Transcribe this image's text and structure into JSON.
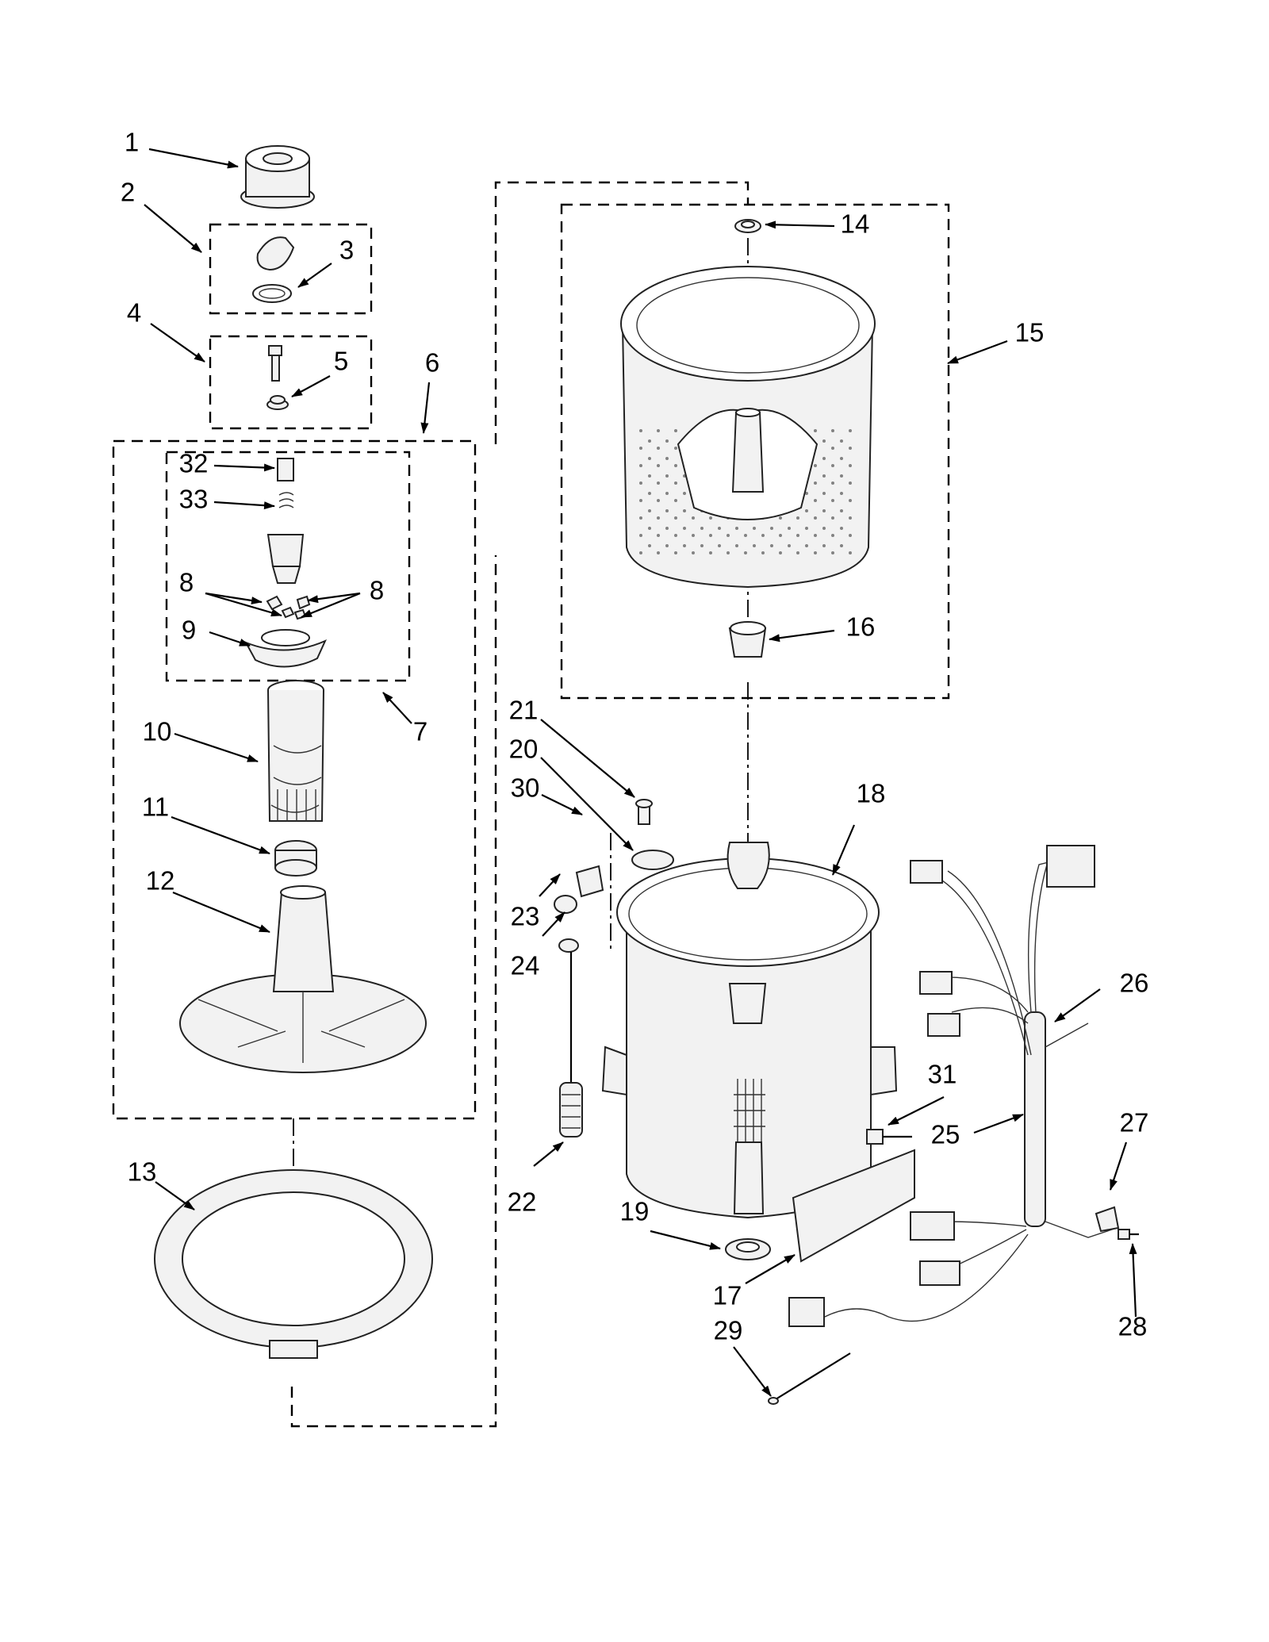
{
  "callouts": [
    {
      "id": "c1",
      "text": "1"
    },
    {
      "id": "c2",
      "text": "2"
    },
    {
      "id": "c3",
      "text": "3"
    },
    {
      "id": "c4",
      "text": "4"
    },
    {
      "id": "c5",
      "text": "5"
    },
    {
      "id": "c6",
      "text": "6"
    },
    {
      "id": "c7",
      "text": "7"
    },
    {
      "id": "c8a",
      "text": "8"
    },
    {
      "id": "c8b",
      "text": "8"
    },
    {
      "id": "c9",
      "text": "9"
    },
    {
      "id": "c10",
      "text": "10"
    },
    {
      "id": "c11",
      "text": "11"
    },
    {
      "id": "c12",
      "text": "12"
    },
    {
      "id": "c13",
      "text": "13"
    },
    {
      "id": "c14",
      "text": "14"
    },
    {
      "id": "c15",
      "text": "15"
    },
    {
      "id": "c16",
      "text": "16"
    },
    {
      "id": "c17",
      "text": "17"
    },
    {
      "id": "c18",
      "text": "18"
    },
    {
      "id": "c19",
      "text": "19"
    },
    {
      "id": "c20",
      "text": "20"
    },
    {
      "id": "c21",
      "text": "21"
    },
    {
      "id": "c22",
      "text": "22"
    },
    {
      "id": "c23",
      "text": "23"
    },
    {
      "id": "c24",
      "text": "24"
    },
    {
      "id": "c25",
      "text": "25"
    },
    {
      "id": "c26",
      "text": "26"
    },
    {
      "id": "c27",
      "text": "27"
    },
    {
      "id": "c28",
      "text": "28"
    },
    {
      "id": "c29",
      "text": "29"
    },
    {
      "id": "c30",
      "text": "30"
    },
    {
      "id": "c31",
      "text": "31"
    },
    {
      "id": "c32",
      "text": "32"
    },
    {
      "id": "c33",
      "text": "33"
    }
  ]
}
